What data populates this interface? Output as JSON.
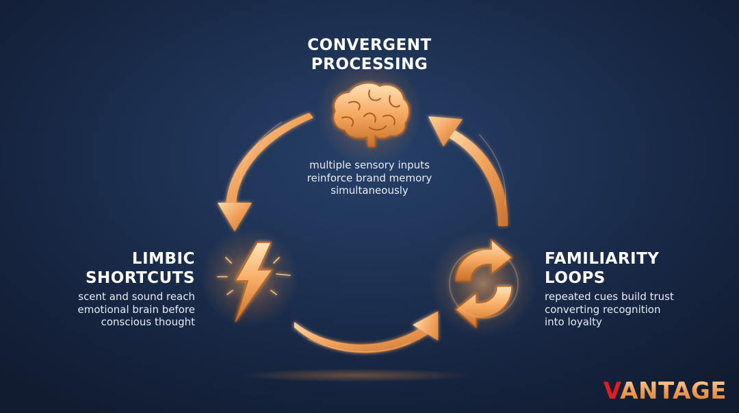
{
  "diagram": {
    "stages": {
      "top": {
        "icon": "brain-icon",
        "title_lines": [
          "CONVERGENT",
          "PROCESSING"
        ],
        "desc_lines": [
          "multiple sensory inputs",
          "reinforce brand memory",
          "simultaneously"
        ]
      },
      "left": {
        "icon": "lightning-bolt-icon",
        "title_lines": [
          "LIMBIC",
          "SHORTCUTS"
        ],
        "desc_lines": [
          "scent and sound reach",
          "emotional brain before",
          "conscious thought"
        ]
      },
      "right": {
        "icon": "refresh-cycle-icon",
        "title_lines": [
          "FAMILIARITY",
          "LOOPS"
        ],
        "desc_lines": [
          "repeated cues build trust",
          "converting recognition",
          "into loyalty"
        ]
      }
    },
    "flow": [
      "top",
      "left",
      "right",
      "top"
    ],
    "accent_color": "#f0a05a",
    "background_color": "#1c2f50"
  },
  "logo": {
    "first_letter": "V",
    "rest": "ANTAGE",
    "first_letter_color": "#e11c23",
    "rest_color": "#f2a259"
  }
}
